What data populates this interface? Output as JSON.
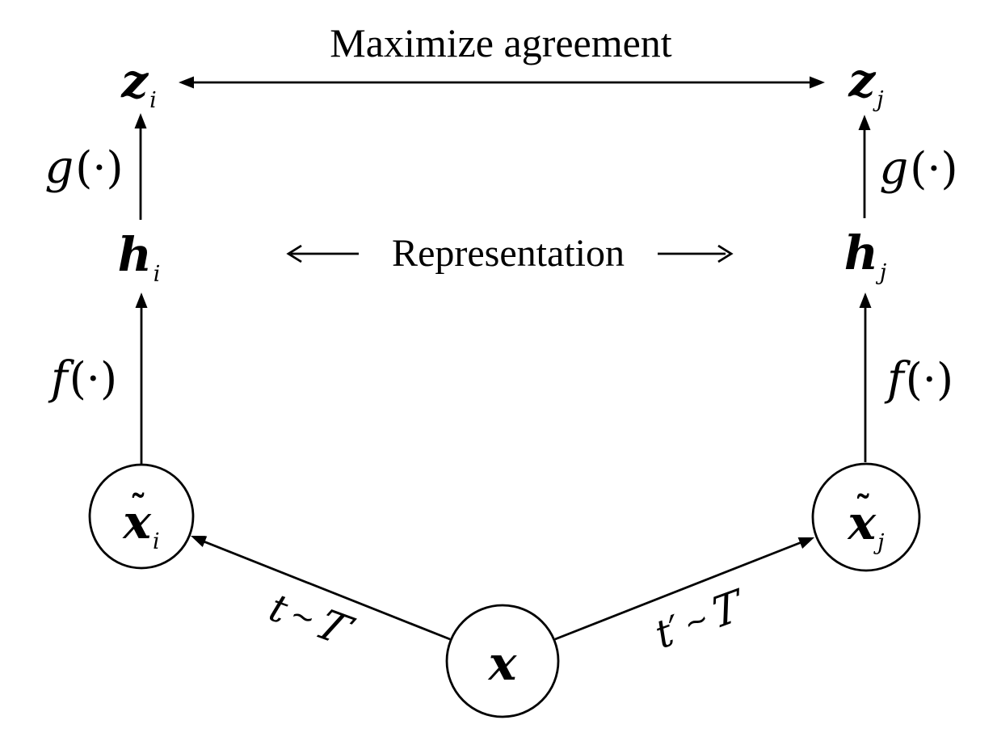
{
  "colors": {
    "ink": "#000000",
    "background": "#ffffff"
  },
  "title": "Maximize agreement",
  "representation": {
    "label": "Representation"
  },
  "nodes": {
    "z_i": {
      "base": "z",
      "sub": "i"
    },
    "z_j": {
      "base": "z",
      "sub": "j"
    },
    "h_i": {
      "base": "h",
      "sub": "i"
    },
    "h_j": {
      "base": "h",
      "sub": "j"
    },
    "x_tilde_i": {
      "accent": "˜",
      "base": "x",
      "sub": "i"
    },
    "x_tilde_j": {
      "accent": "˜",
      "base": "x",
      "sub": "j"
    },
    "x": {
      "base": "x"
    }
  },
  "edges": {
    "g_left": {
      "fn": "g",
      "args": "(·)"
    },
    "g_right": {
      "fn": "g",
      "args": "(·)"
    },
    "f_left": {
      "fn": "f",
      "args": "(·)"
    },
    "f_right": {
      "fn": "f",
      "args": "(·)"
    },
    "t_left": {
      "var": "t",
      "op": "∼",
      "dist": "T"
    },
    "t_right": {
      "var": "t′",
      "op": "∼",
      "dist": "T"
    }
  }
}
